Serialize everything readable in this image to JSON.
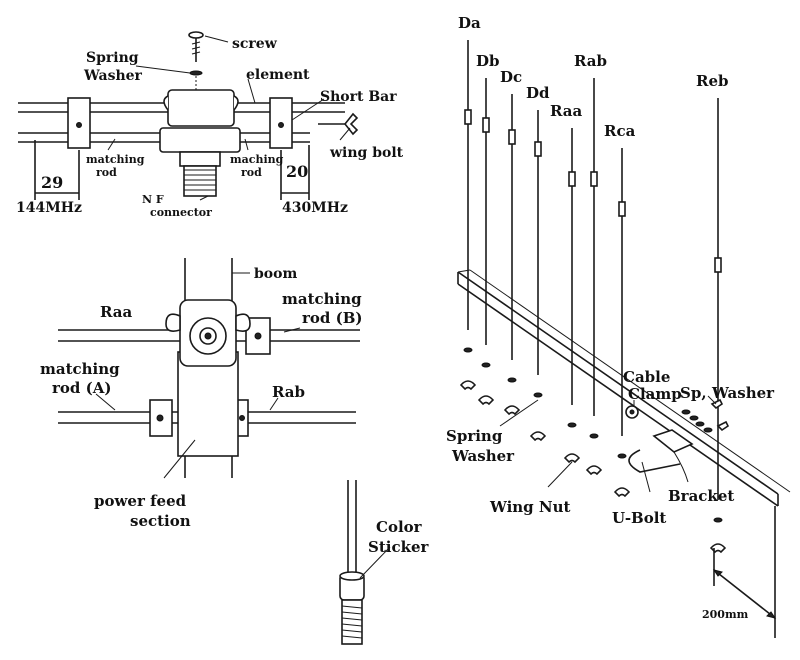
{
  "top_detail": {
    "screw": "screw",
    "spring_washer_1": "Spring",
    "spring_washer_2": "Washer",
    "element": "element",
    "short_bar": "Short Bar",
    "wing_bolt": "wing bolt",
    "matching_rod_left_1": "matching",
    "matching_rod_left_2": "rod",
    "matching_rod_right_1": "maching",
    "matching_rod_right_2": "rod",
    "nf_connector_1": "N F",
    "nf_connector_2": "connector",
    "dim_144": "29",
    "freq_144": "144MHz",
    "dim_430": "20",
    "freq_430": "430MHz"
  },
  "feed_detail": {
    "boom": "boom",
    "raa": "Raa",
    "matching_rod_b_1": "matching",
    "matching_rod_b_2": "rod (B)",
    "matching_rod_a_1": "matching",
    "matching_rod_a_2": "rod (A)",
    "rab": "Rab",
    "power_feed_1": "power feed",
    "power_feed_2": "section"
  },
  "sticker_detail": {
    "color_1": "Color",
    "color_2": "Sticker"
  },
  "assembly": {
    "elements": [
      "Da",
      "Db",
      "Dc",
      "Dd",
      "Raa",
      "Rab",
      "Rca",
      "Reb"
    ],
    "cable_clamp_1": "Cable",
    "cable_clamp_2": "Clamp",
    "sp_washer_1": "Sp,",
    "sp_washer_2": "Washer",
    "spring_washer_1": "Spring",
    "spring_washer_2": "Washer",
    "wing_nut": "Wing Nut",
    "bracket": "Bracket",
    "u_bolt": "U-Bolt",
    "dim_200": "200mm"
  }
}
